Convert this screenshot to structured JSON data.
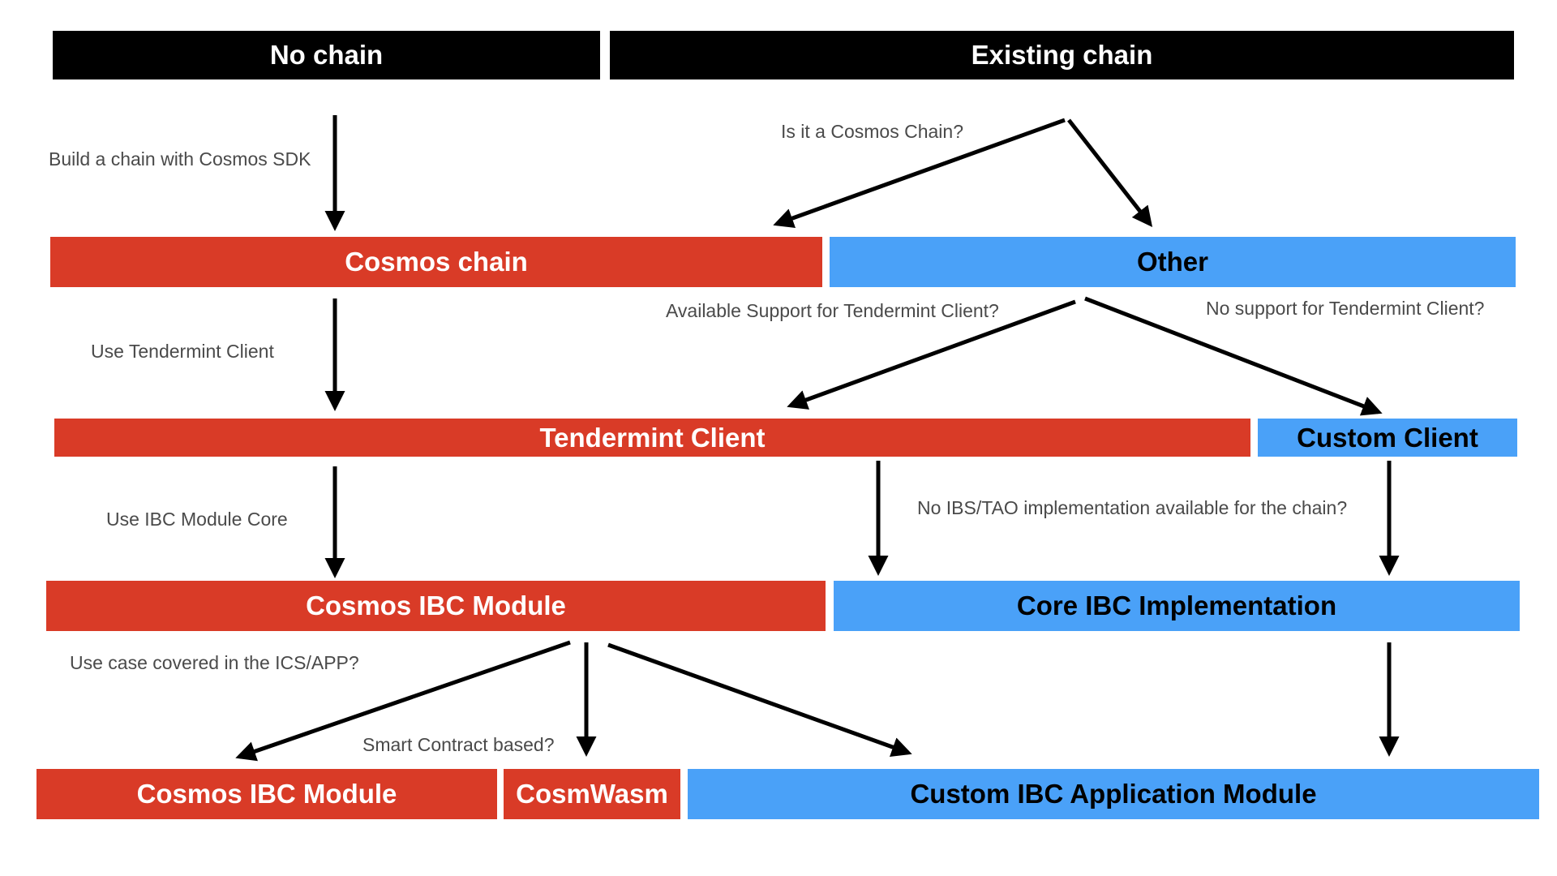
{
  "headers": {
    "no_chain": "No chain",
    "existing_chain": "Existing chain"
  },
  "boxes": {
    "cosmos_chain": "Cosmos chain",
    "other": "Other",
    "tendermint_client": "Tendermint Client",
    "custom_client": "Custom Client",
    "cosmos_ibc_module": "Cosmos IBC Module",
    "core_ibc_implementation": "Core IBC Implementation",
    "cosmos_ibc_module_app": "Cosmos IBC Module",
    "cosmwasm": "CosmWasm",
    "custom_ibc_application_module": "Custom IBC Application Module"
  },
  "labels": {
    "build_chain": "Build a chain with Cosmos SDK",
    "is_cosmos_chain": "Is it a Cosmos Chain?",
    "available_support": "Available Support for Tendermint Client?",
    "no_support": "No support for Tendermint Client?",
    "use_tendermint_client": "Use Tendermint Client",
    "use_ibc_module_core": "Use IBC Module Core",
    "no_ibs_tao": "No IBS/TAO implementation available for the chain?",
    "use_case_covered": "Use case covered in the ICS/APP?",
    "smart_contract_based": "Smart Contract based?"
  },
  "colors": {
    "header": "#000000",
    "cosmos_red": "#d93b27",
    "other_blue": "#4aa1f8",
    "arrow": "#000000"
  }
}
